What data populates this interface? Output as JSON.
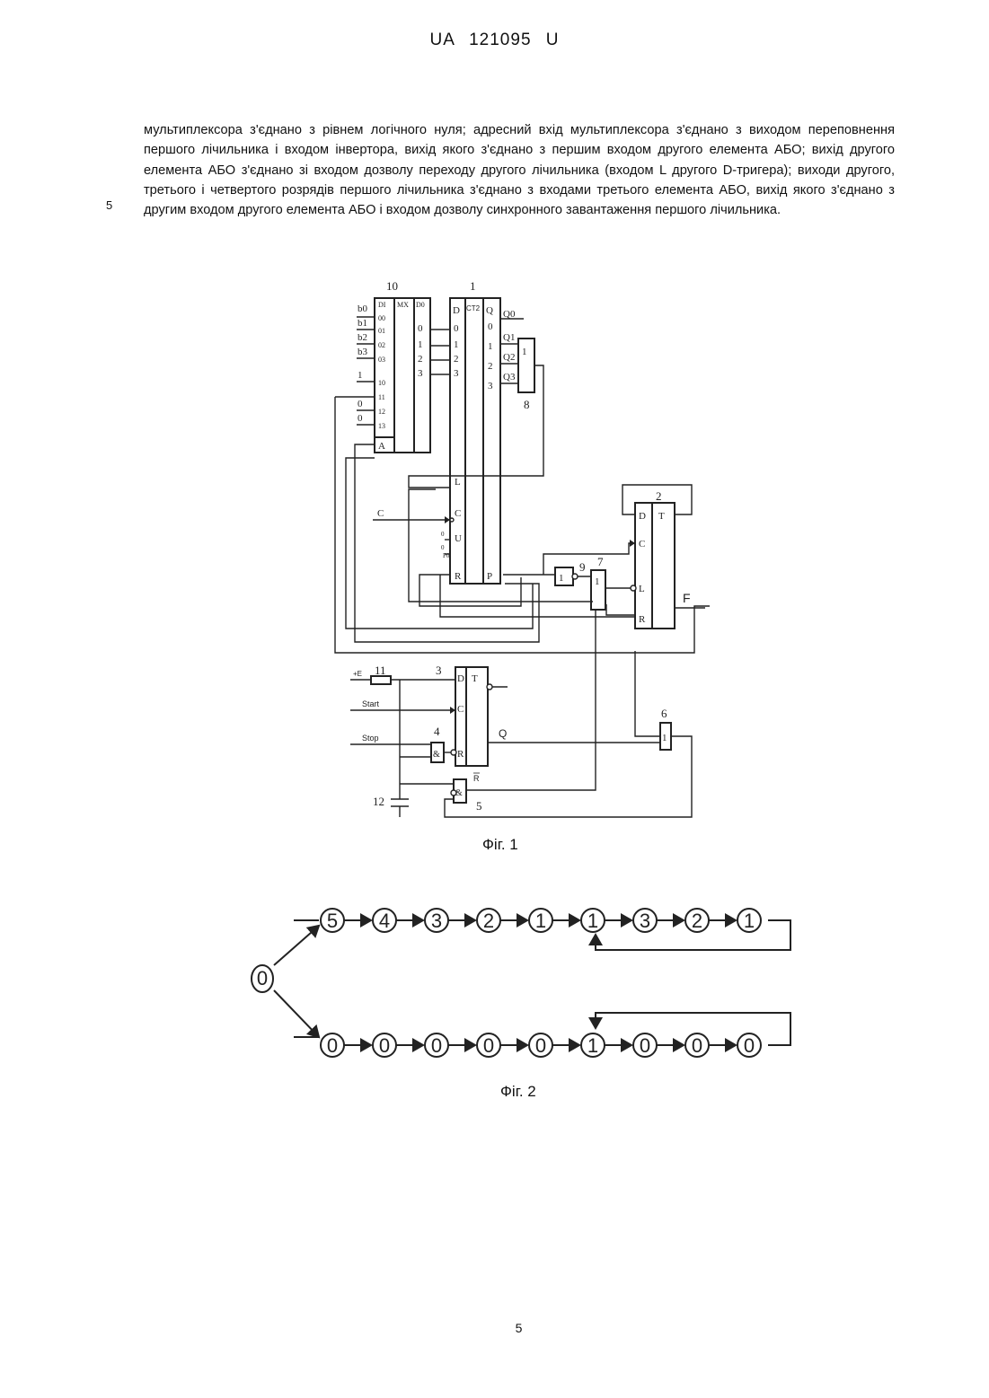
{
  "header": {
    "doc_id": "UA   121095   U"
  },
  "body": {
    "line_number": "5",
    "paragraph": "мультиплексора з'єднано з рівнем логічного нуля; адресний вхід мультиплексора з'єднано з виходом переповнення першого лічильника і входом інвертора, вихід якого з'єднано з першим входом другого елемента АБО; вихід другого елемента АБО з'єднано зі входом дозволу переходу другого лічильника (входом L другого D-тригера); виходи другого, третього і четвертого розрядів першого лічильника з'єднано з входами третього елемента АБО, вихід якого з'єднано з другим входом другого елемента АБО і входом дозволу синхронного завантаження першого лічильника."
  },
  "figure1": {
    "caption": "Фіг. 1",
    "labels": {
      "mux_number": "10",
      "counter_number": "1",
      "dtrigger_number": "2",
      "rs_trigger_number": "3",
      "and_number": "4",
      "and2_number": "5",
      "or6_number": "6",
      "or7_number": "7",
      "or8_number": "8",
      "inv_number": "9",
      "resistor_number": "11",
      "cap_number": "12",
      "mux_header_di": "DI",
      "mux_header_mx": "MX",
      "mux_header_do": "D0",
      "mux_in_00": "00",
      "mux_in_01": "01",
      "mux_in_02": "02",
      "mux_in_03": "03",
      "mux_in_10": "10",
      "mux_in_11": "11",
      "mux_in_12": "12",
      "mux_in_13": "13",
      "mux_addr": "A",
      "mux_out_0": "0",
      "mux_out_1": "1",
      "mux_out_2": "2",
      "mux_out_3": "3",
      "b0": "b0",
      "b1": "b1",
      "b2": "b2",
      "b3": "b3",
      "one": "1",
      "zero_a": "0",
      "zero_b": "0",
      "ct_d": "D",
      "ct_ct2": "CT2",
      "ct_q": "Q",
      "ct_in_0": "0",
      "ct_in_1": "1",
      "ct_in_2": "2",
      "ct_in_3": "3",
      "ct_out_0": "0",
      "ct_out_1": "1",
      "ct_out_2": "2",
      "ct_out_3": "3",
      "q0": "Q0",
      "q1": "Q1",
      "q2": "Q2",
      "q3": "Q3",
      "ct_l": "L",
      "ct_c": "C",
      "ct_u": "U",
      "ct_r": "R",
      "ct_p": "P",
      "ct_small_0": "0",
      "ct_small_1": "0",
      "ct_small_2": "P0",
      "sig_c": "C",
      "or_one": "1",
      "inv_one": "1",
      "or7_one": "1",
      "or6_one": "1",
      "dt_d": "D",
      "dt_t": "T",
      "dt_c": "C",
      "dt_l": "L",
      "dt_r": "R",
      "sig_f": "F",
      "plus_e": "+E",
      "start": "Start",
      "stop": "Stop",
      "rs_d": "D",
      "rs_t": "T",
      "rs_c": "C",
      "rs_r": "R",
      "and_sym": "&",
      "and2_sym": "&",
      "sig_q": "Q",
      "sig_rbar": "R"
    }
  },
  "figure2": {
    "caption": "Фіг. 2",
    "start_state": "0",
    "upper_sequence": [
      "5",
      "4",
      "3",
      "2",
      "1",
      "1",
      "3",
      "2",
      "1"
    ],
    "lower_sequence": [
      "0",
      "0",
      "0",
      "0",
      "0",
      "1",
      "0",
      "0",
      "0"
    ]
  },
  "footer": {
    "page_number": "5"
  }
}
